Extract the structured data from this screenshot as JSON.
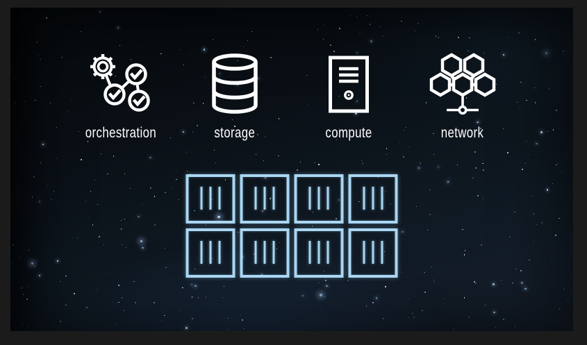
{
  "scene": {
    "title": "cloud infrastructure services over starfield",
    "frame_color": "#1b1b1b",
    "background_top": "#0a1016",
    "background_bottom": "#17202e",
    "star_colors": [
      "#ffffff",
      "#e8f3ff",
      "#b9d7ef",
      "#9cc3e4"
    ],
    "star_count": 380
  },
  "services": [
    {
      "id": "orchestration",
      "label": "orchestration",
      "icon": "orchestration-icon"
    },
    {
      "id": "storage",
      "label": "storage",
      "icon": "database-icon"
    },
    {
      "id": "compute",
      "label": "compute",
      "icon": "server-icon"
    },
    {
      "id": "network",
      "label": "network",
      "icon": "network-icon"
    }
  ],
  "containers": {
    "rows": 2,
    "columns": 4,
    "count": 8,
    "bars_per_container": 3,
    "color": "#a9d6f2"
  },
  "colors": {
    "icon_stroke": "#ffffff",
    "label_text": "#ffffff"
  }
}
